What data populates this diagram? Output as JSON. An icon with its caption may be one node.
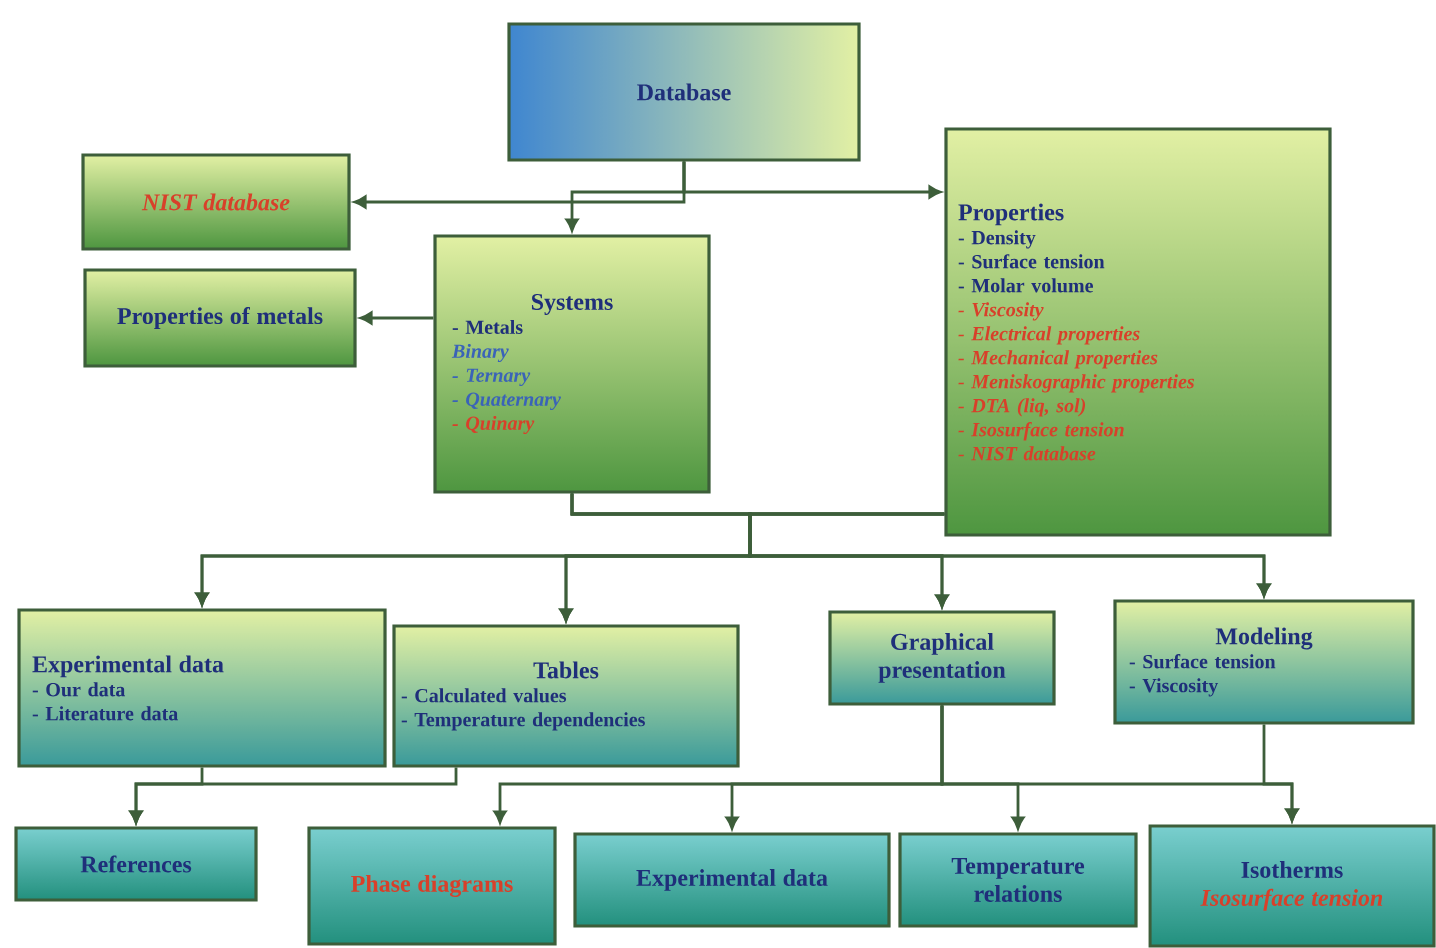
{
  "diagram": {
    "nodes": [
      {
        "text": [
          "Database"
        ]
      },
      {
        "text": [
          "NIST database"
        ]
      },
      {
        "text": [
          "Systems",
          "- Metals",
          "Binary",
          "- Ternary",
          "- Quaternary",
          "- Quinary"
        ]
      },
      {
        "text": [
          "Properties of metals"
        ]
      },
      {
        "text": [
          "Properties",
          "- Density",
          "- Surface tension",
          "- Molar volume",
          "- Viscosity",
          "- Electrical properties",
          "- Mechanical properties",
          "- Meniskographic properties",
          "- DTA (liq, sol)",
          "- Isosurface tension",
          "- NIST database"
        ]
      },
      {
        "text": [
          "Experimental data",
          "- Our data",
          "- Literature data"
        ]
      },
      {
        "text": [
          "Tables",
          "- Calculated values",
          "- Temperature dependencies"
        ]
      },
      {
        "text": [
          "Graphical presentation"
        ]
      },
      {
        "text": [
          "Modeling",
          "- Surface tension",
          "- Viscosity"
        ]
      },
      {
        "text": [
          "References"
        ]
      },
      {
        "text": [
          "Phase diagrams"
        ]
      },
      {
        "text": [
          "Experimental data"
        ]
      },
      {
        "text": [
          "Temperature relations"
        ]
      },
      {
        "text": [
          "Isotherms",
          "Isosurface tension"
        ]
      }
    ],
    "edges": [
      {
        "from": 0,
        "to": 1,
        "arrow": "to"
      },
      {
        "from": 0,
        "to": 2,
        "arrow": "to"
      },
      {
        "from": 0,
        "to": 4,
        "arrow": "to"
      },
      {
        "from": 2,
        "to": 3,
        "arrow": "to"
      },
      {
        "from": 2,
        "to": 5,
        "arrow": "to"
      },
      {
        "from": 2,
        "to": 6,
        "arrow": "to"
      },
      {
        "from": 2,
        "to": 7,
        "arrow": "to"
      },
      {
        "from": 2,
        "to": 8,
        "arrow": "to"
      },
      {
        "from": 4,
        "to": 5,
        "arrow": "to"
      },
      {
        "from": 4,
        "to": 6,
        "arrow": "to"
      },
      {
        "from": 4,
        "to": 7,
        "arrow": "to"
      },
      {
        "from": 4,
        "to": 8,
        "arrow": "to"
      },
      {
        "from": 5,
        "to": 9,
        "arrow": "to"
      },
      {
        "from": 6,
        "to": 9,
        "arrow": "to"
      },
      {
        "from": 7,
        "to": 10,
        "arrow": "to"
      },
      {
        "from": 7,
        "to": 11,
        "arrow": "to"
      },
      {
        "from": 7,
        "to": 12,
        "arrow": "to"
      },
      {
        "from": 7,
        "to": 13,
        "arrow": "to"
      },
      {
        "from": 8,
        "to": 13,
        "arrow": "to"
      }
    ]
  }
}
